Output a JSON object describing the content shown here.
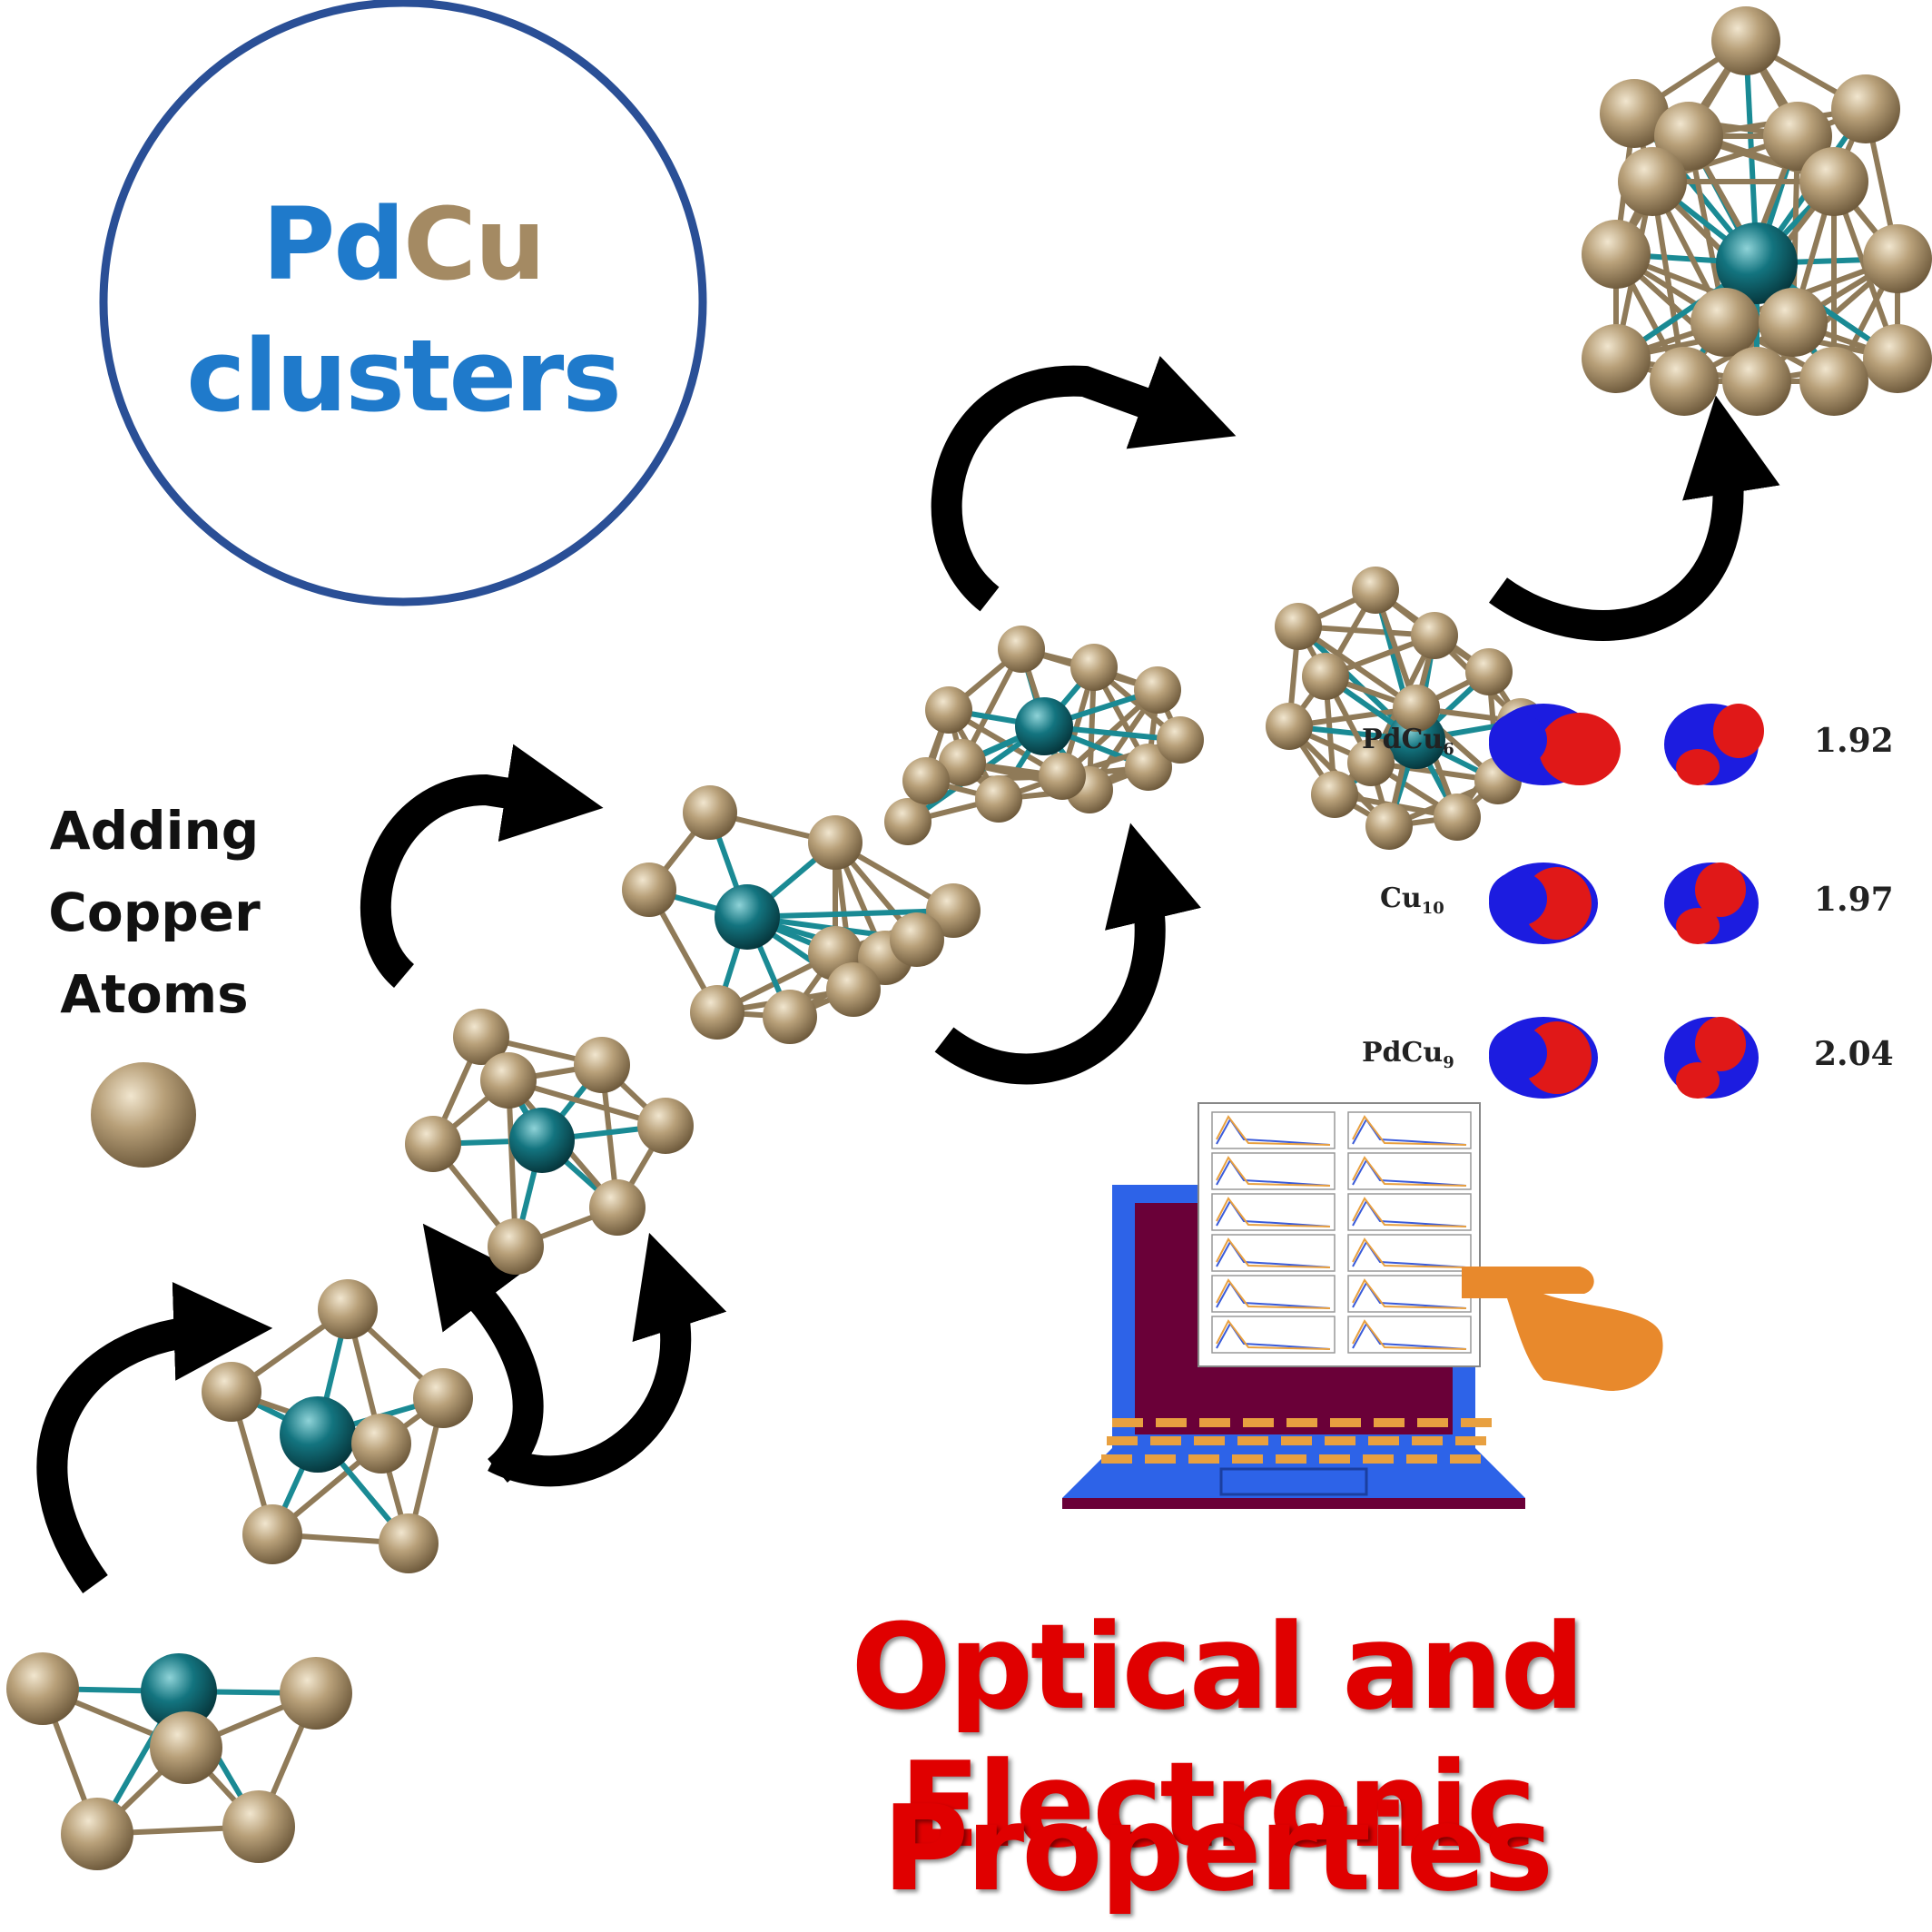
{
  "title": {
    "pd": "Pd",
    "cu": "Cu",
    "clusters": "clusters"
  },
  "adding_label": {
    "line1": "Adding",
    "line2": "Copper",
    "line3": "Atoms"
  },
  "orbital_table": [
    {
      "formula_base": "PdCu",
      "formula_sub": "6",
      "value": "1.92"
    },
    {
      "formula_base": "Cu",
      "formula_sub": "10",
      "value": "1.97"
    },
    {
      "formula_base": "PdCu",
      "formula_sub": "9",
      "value": "2.04"
    }
  ],
  "bottom_title": {
    "line1": "Optical and Electronic",
    "line2": "Properties"
  },
  "colors": {
    "pd_blue": "#1f7acb",
    "cu_tan": "#a48a63",
    "circle_border": "#2a4f96",
    "cu_atom": "#b39a72",
    "pd_atom": "#13747f",
    "arrow": "#000000",
    "title_red": "#e00000",
    "laptop_blue": "#2d63e8",
    "laptop_screen": "#6a0038",
    "hand": "#e8892c"
  },
  "icons": [
    "copper-atom-icon",
    "laptop-icon",
    "pointing-hand-icon",
    "curved-arrow-icon"
  ]
}
